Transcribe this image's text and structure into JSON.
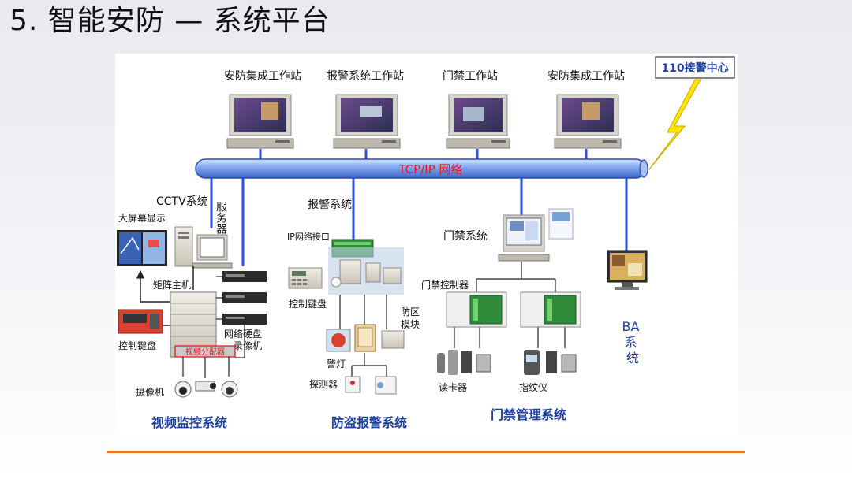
{
  "title": "5. 智能安防 — 系统平台",
  "workstations": [
    "安防集成工作站",
    "报警系统工作站",
    "门禁工作站",
    "安防集成工作站"
  ],
  "alarm_center": "110接警中心",
  "network": "TCP/IP 网络",
  "cctv": {
    "name": "CCTV系统",
    "server": "服务器",
    "big_screen": "大屏幕显示",
    "matrix": "矩阵主机",
    "keyboard": "控制键盘",
    "nvr": "网络硬盘录像机",
    "distributor": "视频分配器",
    "camera": "摄像机"
  },
  "alarm": {
    "name": "报警系统",
    "ip_interface": "IP网络接口",
    "keyboard": "控制键盘",
    "zone_module": "防区模块",
    "light": "警灯",
    "detector": "探测器"
  },
  "access": {
    "name": "门禁系统",
    "controller": "门禁控制器",
    "card_reader": "读卡器",
    "fingerprint": "指纹仪"
  },
  "ba": "BA系统",
  "subsystems": [
    "视频监控系统",
    "防盗报警系统",
    "门禁管理系统"
  ]
}
